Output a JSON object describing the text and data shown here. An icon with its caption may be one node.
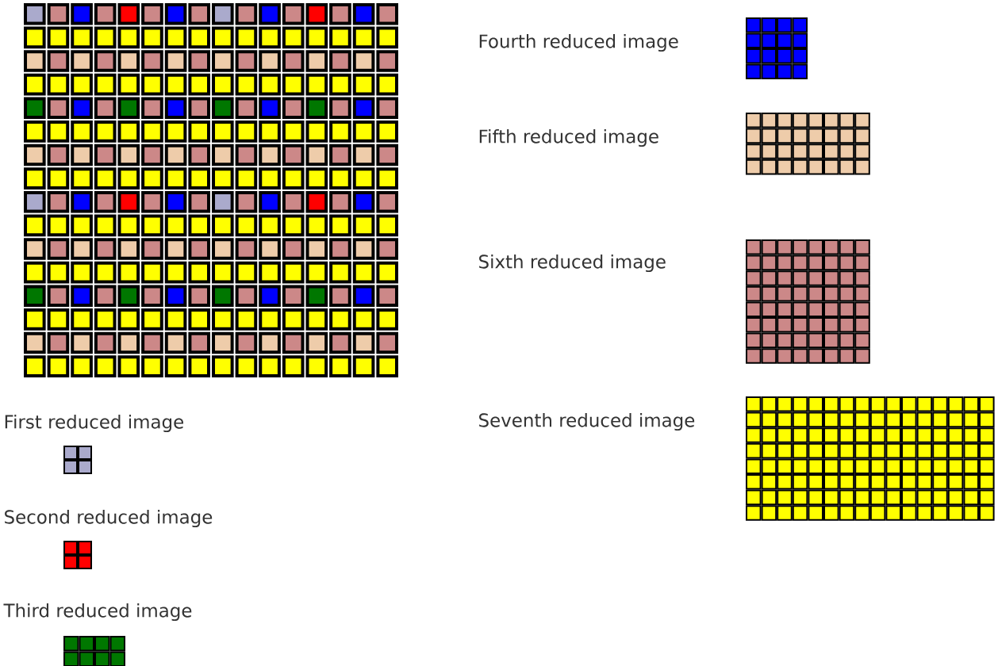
{
  "diagram": {
    "labels": [
      "First reduced image",
      "Second reduced image",
      "Third reduced image",
      "Fourth reduced image",
      "Fifth reduced image",
      "Sixth reduced image",
      "Seventh reduced image"
    ]
  }
}
